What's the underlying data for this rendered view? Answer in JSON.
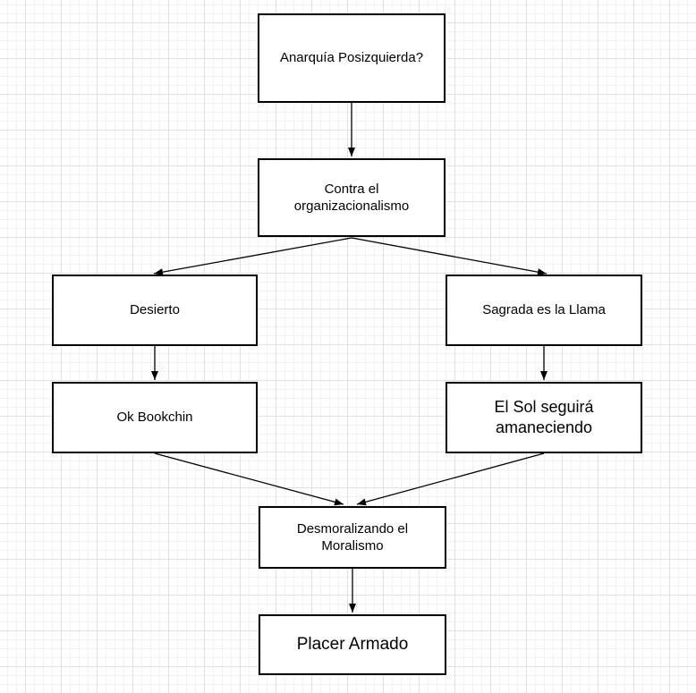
{
  "diagram": {
    "type": "flowchart",
    "colors": {
      "canvas_background": "#ffffff",
      "grid_minor": "#f2f2f2",
      "grid_major": "#e0e0e0",
      "node_fill": "#ffffff",
      "node_border": "#000000",
      "edge_stroke": "#000000",
      "text": "#000000"
    },
    "nodes": [
      {
        "id": "anarquia",
        "label": "Anarquía Posizquierda?"
      },
      {
        "id": "contra",
        "label": "Contra el\norganizacionalismo"
      },
      {
        "id": "desierto",
        "label": "Desierto"
      },
      {
        "id": "sagrada",
        "label": "Sagrada es la Llama"
      },
      {
        "id": "bookchin",
        "label": "Ok Bookchin"
      },
      {
        "id": "sol",
        "label": "El Sol seguirá\namaneciendo"
      },
      {
        "id": "desmoralizando",
        "label": "Desmoralizando el\nMoralismo"
      },
      {
        "id": "placer",
        "label": "Placer Armado"
      }
    ],
    "edges": [
      {
        "from": "anarquia",
        "to": "contra"
      },
      {
        "from": "contra",
        "to": "desierto"
      },
      {
        "from": "contra",
        "to": "sagrada"
      },
      {
        "from": "desierto",
        "to": "bookchin"
      },
      {
        "from": "sagrada",
        "to": "sol"
      },
      {
        "from": "bookchin",
        "to": "desmoralizando"
      },
      {
        "from": "sol",
        "to": "desmoralizando"
      },
      {
        "from": "desmoralizando",
        "to": "placer"
      }
    ]
  }
}
